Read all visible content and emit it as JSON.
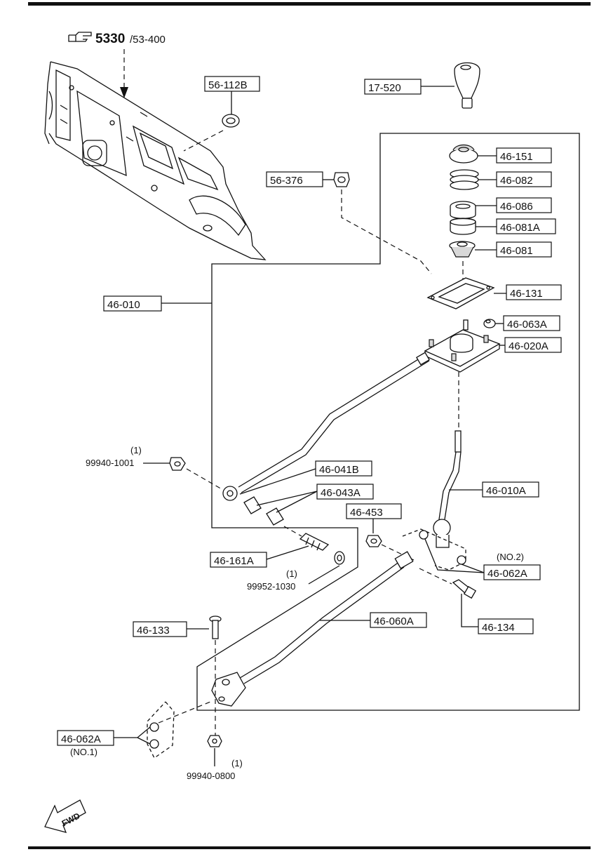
{
  "reference": {
    "main": "5330",
    "sub": "/53-400"
  },
  "fwd_label": "FWD",
  "labels": {
    "p56_112B": "56-112B",
    "p17_520": "17-520",
    "p46_151": "46-151",
    "p46_082": "46-082",
    "p56_376": "56-376",
    "p46_086": "46-086",
    "p46_081A": "46-081A",
    "p46_081": "46-081",
    "p46_010": "46-010",
    "p46_131": "46-131",
    "p46_063A": "46-063A",
    "p46_020A": "46-020A",
    "p46_041B": "46-041B",
    "p46_043A": "46-043A",
    "p46_010A": "46-010A",
    "p46_453": "46-453",
    "p46_161A": "46-161A",
    "p46_062A": "46-062A",
    "p46_060A": "46-060A",
    "p46_133": "46-133",
    "p46_134": "46-134",
    "p46_062A_b": "46-062A"
  },
  "plain_text": {
    "qty1_a": "(1)",
    "p99940_1001": "99940-1001",
    "qty1_b": "(1)",
    "p99952_1030": "99952-1030",
    "no2": "(NO.2)",
    "no1": "(NO.1)",
    "qty1_c": "(1)",
    "p99940_0800": "99940-0800"
  }
}
